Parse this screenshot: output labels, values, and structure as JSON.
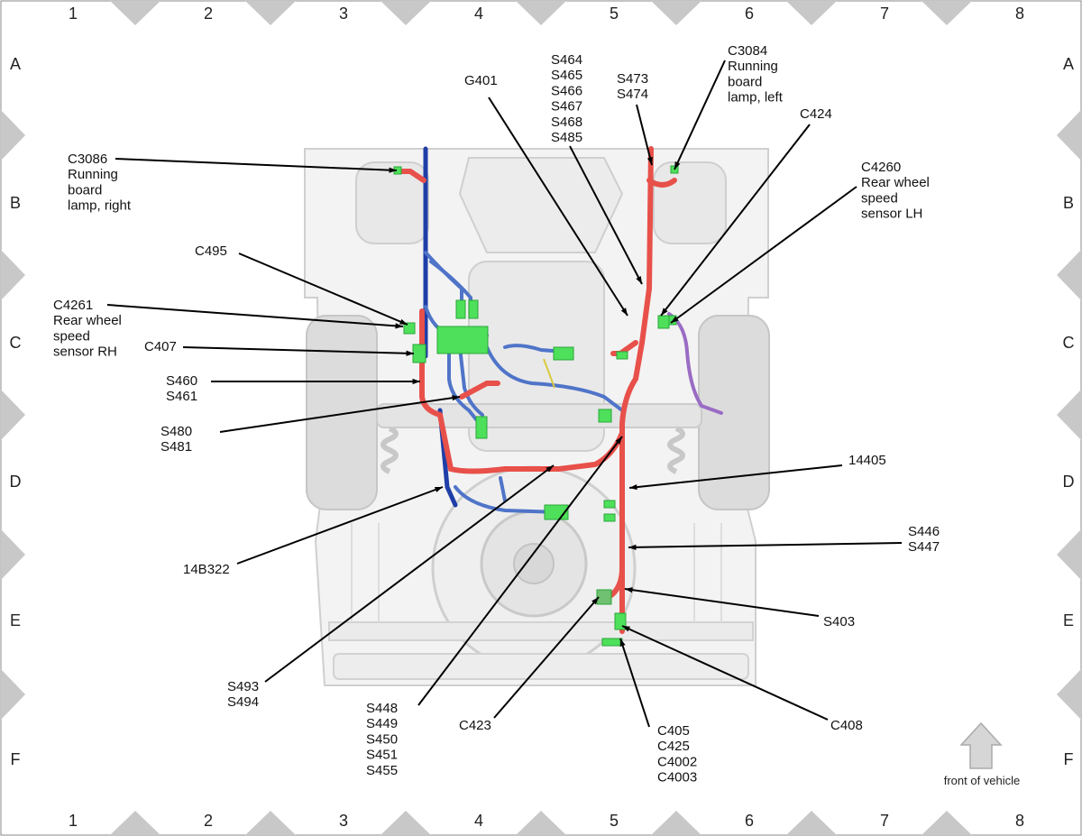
{
  "grid": {
    "columns": [
      "1",
      "2",
      "3",
      "4",
      "5",
      "6",
      "7",
      "8"
    ],
    "rows": [
      "A",
      "B",
      "C",
      "D",
      "E",
      "F"
    ]
  },
  "callouts": {
    "c3086": [
      "C3086",
      "Running",
      "board",
      "lamp, right"
    ],
    "c495": [
      "C495"
    ],
    "c4261": [
      "C4261",
      "Rear wheel",
      "speed",
      "sensor RH"
    ],
    "c407": [
      "C407"
    ],
    "s460": [
      "S460",
      "S461"
    ],
    "s480": [
      "S480",
      "S481"
    ],
    "b14b322": [
      "14B322"
    ],
    "s493": [
      "S493",
      "S494"
    ],
    "s448": [
      "S448",
      "S449",
      "S450",
      "S451",
      "S455"
    ],
    "c423": [
      "C423"
    ],
    "c405": [
      "C405",
      "C425",
      "C4002",
      "C4003"
    ],
    "c408": [
      "C408"
    ],
    "s403": [
      "S403"
    ],
    "s446": [
      "S446",
      "S447"
    ],
    "b14405": [
      "14405"
    ],
    "c4260": [
      "C4260",
      "Rear wheel",
      "speed",
      "sensor LH"
    ],
    "c424": [
      "C424"
    ],
    "c3084": [
      "C3084",
      "Running",
      "board",
      "lamp, left"
    ],
    "s473": [
      "S473",
      "S474"
    ],
    "s464": [
      "S464",
      "S465",
      "S466",
      "S467",
      "S468",
      "S485"
    ],
    "g401": [
      "G401"
    ]
  },
  "front_label": "front of vehicle",
  "colors": {
    "harness_red": "#e8504a",
    "harness_blue": "#4f74c8",
    "harness_dark_blue": "#1f3ea8",
    "harness_purple": "#9a6cc4",
    "connector_green": "#4ee05a",
    "chassis_gray": "#cfcfcf",
    "tab_gray": "#c8c8c8"
  }
}
